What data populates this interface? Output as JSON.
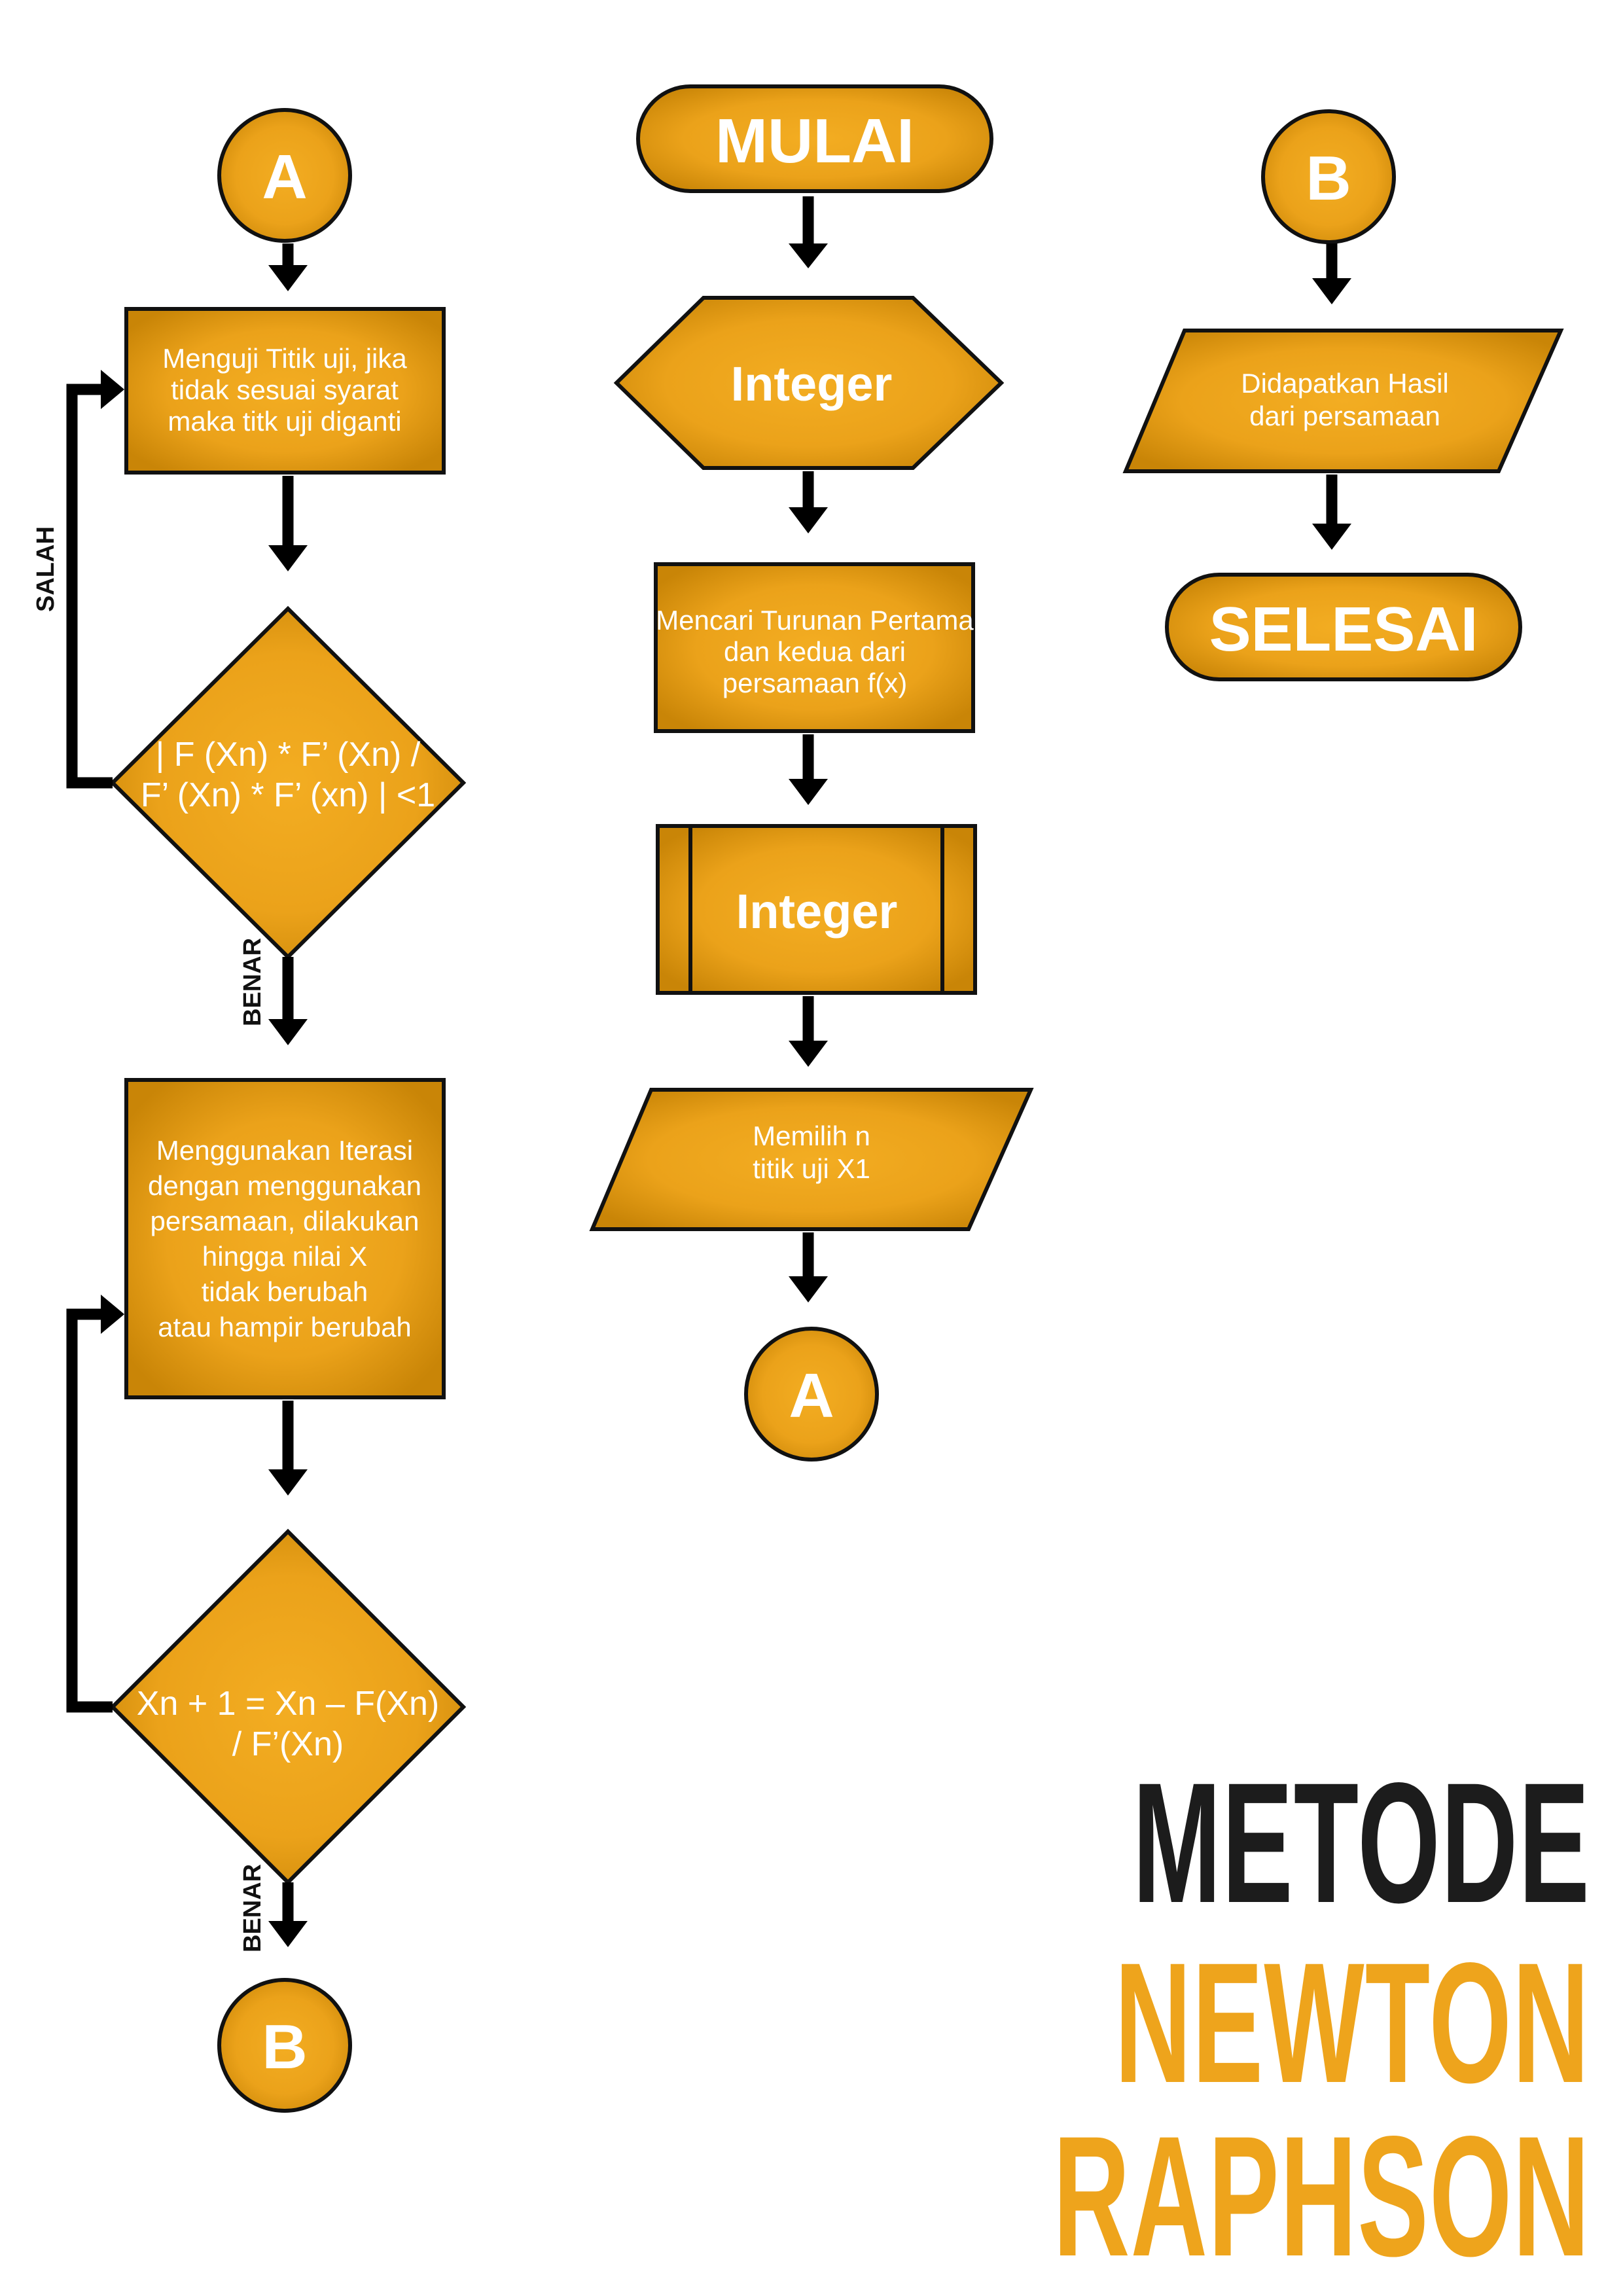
{
  "colors": {
    "fill_light": "#f3ad22",
    "fill_dark": "#c98507",
    "arrow": "#000000",
    "title_dark": "#1c1c1c",
    "title_accent": "#eea41c"
  },
  "connectors": {
    "a_top": "A",
    "b_top": "B",
    "a_bottom": "A",
    "b_bottom": "B"
  },
  "center": {
    "start": "MULAI",
    "hexagon": "Integer",
    "derivative": [
      "Mencari Turunan Pertama",
      "dan kedua  dari",
      "persamaan f(x)"
    ],
    "predefined": "Integer",
    "input": [
      "Memilih n",
      "titik uji X1"
    ]
  },
  "left": {
    "test_box": [
      "Menguji Titik uji, jika",
      "tidak sesuai syarat",
      "maka titk uji diganti"
    ],
    "decision1": [
      "| F (Xn) * F’ (Xn) /",
      "F’ (Xn) * F’ (xn) | <1"
    ],
    "label_false": "SALAH",
    "label_true_1": "BENAR",
    "iterate_box": [
      "Menggunakan Iterasi",
      "dengan menggunakan",
      "persamaan, dilakukan",
      "hingga nilai X",
      "tidak berubah",
      "atau hampir berubah"
    ],
    "decision2": [
      "Xn + 1 = Xn – F(Xn)",
      "/ F’(Xn)"
    ],
    "label_true_2": "BENAR"
  },
  "right": {
    "output": [
      "Didapatkan Hasil",
      "dari persamaan"
    ],
    "end": "SELESAI"
  },
  "title": {
    "line1": "METODE",
    "line2": "NEWTON",
    "line3": "RAPHSON"
  }
}
